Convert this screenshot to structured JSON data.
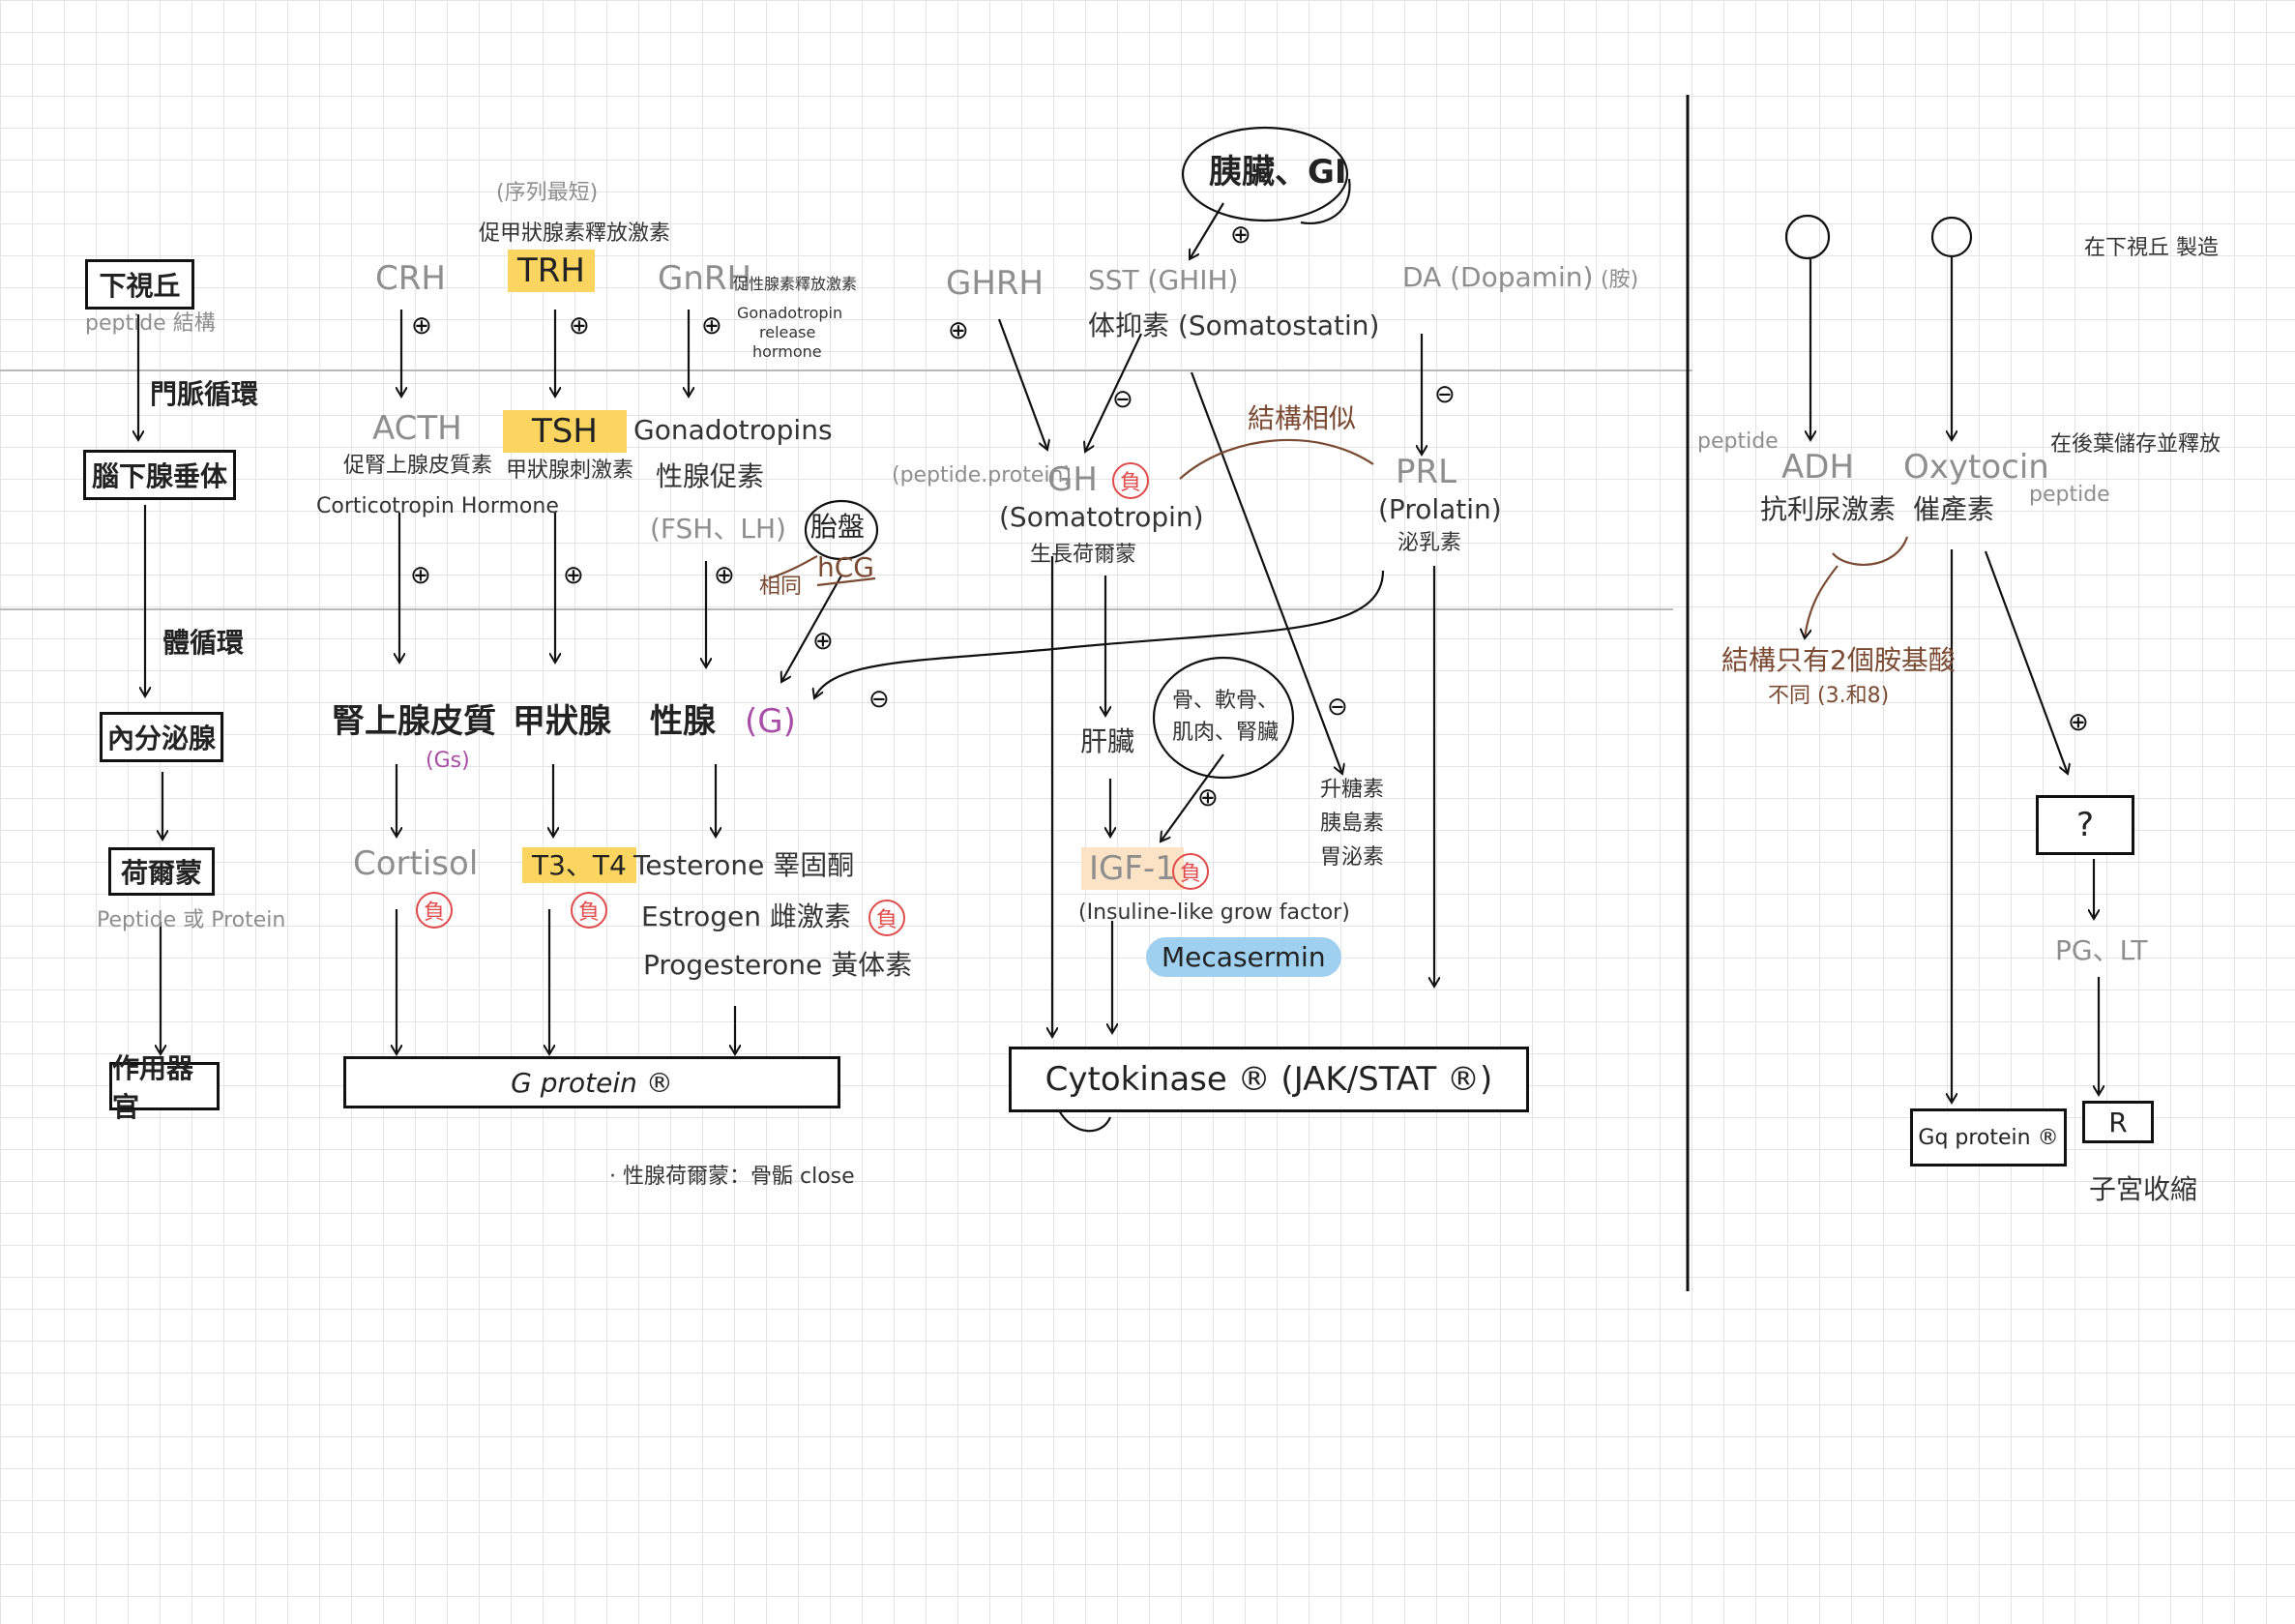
{
  "left_column": {
    "hypothalamus": "下視丘",
    "hypo_note": "peptide 結構",
    "portal_label": "門脈循環",
    "pituitary": "腦下腺垂体",
    "systemic_label": "體循環",
    "endocrine_gland": "內分泌腺",
    "hormone": "荷爾蒙",
    "hormone_note": "Peptide 或 Protein",
    "target_organ": "作用器官"
  },
  "hypothalamic_hormones": {
    "crh": "CRH",
    "trh_note1": "(序列最短)",
    "trh_note2": "促甲狀腺素釋放激素",
    "trh": "TRH",
    "gnrh": "GnRH",
    "gnrh_cn": "促性腺素釋放激素",
    "gnrh_en1": "Gonadotropin",
    "gnrh_en2": "release",
    "gnrh_en3": "hormone",
    "ghrh": "GHRH",
    "sst": "SST (GHIH)",
    "sst_cn": "体抑素 (Somatostatin)",
    "pancreas_gi": "胰臟、GI",
    "da": "DA (Dopamin)",
    "da_note": "(胺)"
  },
  "pituitary_hormones": {
    "acth": "ACTH",
    "acth_cn": "促腎上腺皮質素",
    "acth_en": "Corticotropin Hormone",
    "tsh": "TSH",
    "tsh_cn": "甲狀腺刺激素",
    "gonadotropins": "Gonadotropins",
    "gonado_cn": "性腺促素",
    "fsh_lh": "(FSH、LH)",
    "placenta": "胎盤",
    "same": "相同",
    "hcg": "hCG",
    "peptide_protein": "(peptide.protein)",
    "gh": "GH",
    "somatotropin": "(Somatotropin)",
    "gh_cn": "生長荷爾蒙",
    "similar": "結構相似",
    "prl": "PRL",
    "prolatin": "(Prolatin)",
    "prl_cn": "泌乳素"
  },
  "glands": {
    "adrenal": "腎上腺皮質",
    "gs": "(Gs)",
    "thyroid": "甲狀腺",
    "gonad": "性腺",
    "gonad_g": "(G)",
    "liver": "肝臟",
    "bone_note": "骨、軟骨、肌肉、腎臟",
    "glucagon": "升糖素",
    "insulin": "胰島素",
    "gastrin": "胃泌素"
  },
  "hormones": {
    "cortisol": "Cortisol",
    "t3t4": "T3、T4",
    "testerone": "Testerone 睪固酮",
    "estrogen": "Estrogen 雌激素",
    "progesterone": "Progesterone 黃体素",
    "igf": "IGF-1",
    "igf_full": "(Insuline-like grow factor)",
    "mecasermin": "Mecasermin",
    "negative": "負"
  },
  "receptors": {
    "g_protein": "G protein ®",
    "cytokinase": "Cytokinase ® (JAK/STAT ®)",
    "gq_protein": "Gq protein ®",
    "r": "R",
    "question": "?"
  },
  "notes": {
    "gonad_hormone": "· 性腺荷爾蒙：骨骺 close"
  },
  "posterior": {
    "made_in_hypo": "在下視丘 製造",
    "peptide1": "peptide",
    "adh": "ADH",
    "adh_cn": "抗利尿激素",
    "oxytocin": "Oxytocin",
    "oxytocin_cn": "催產素",
    "peptide2": "peptide",
    "stored": "在後葉儲存並釋放",
    "struct_note1": "結構只有2個胺基酸",
    "struct_note2": "不同 (3.和8)",
    "pg_lt": "PG、LT",
    "uterus": "子宮收縮"
  },
  "signs": {
    "plus": "⊕",
    "minus": "⊖"
  },
  "colors": {
    "highlight_yellow": "#fbd560",
    "highlight_orange": "#fde3c6",
    "highlight_blue": "#9fd0ef",
    "negative_red": "#e04b4b",
    "brown_note": "#7a4a32",
    "purple_note": "#a94ea6"
  }
}
